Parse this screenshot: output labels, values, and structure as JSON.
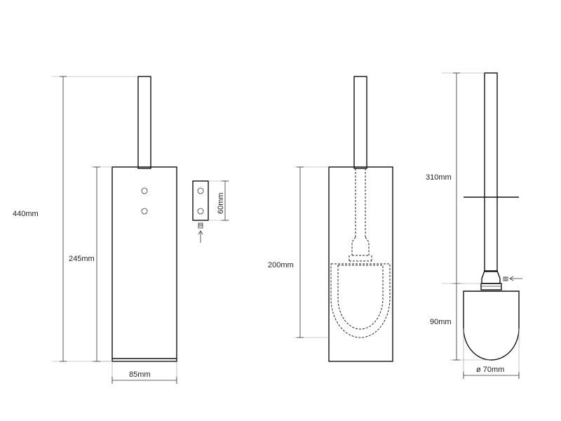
{
  "dimensions": {
    "total_height": "440mm",
    "holder_height": "245mm",
    "width": "85mm",
    "bracket_height": "60mm",
    "inner_height": "200mm",
    "handle_length": "310mm",
    "head_height": "90mm",
    "head_diameter": "ø 70mm"
  },
  "colors": {
    "line": "#111111",
    "dimension_line": "#333333"
  },
  "icons": [
    "screw-icon",
    "arrow-icon",
    "screw-hole-icon"
  ]
}
